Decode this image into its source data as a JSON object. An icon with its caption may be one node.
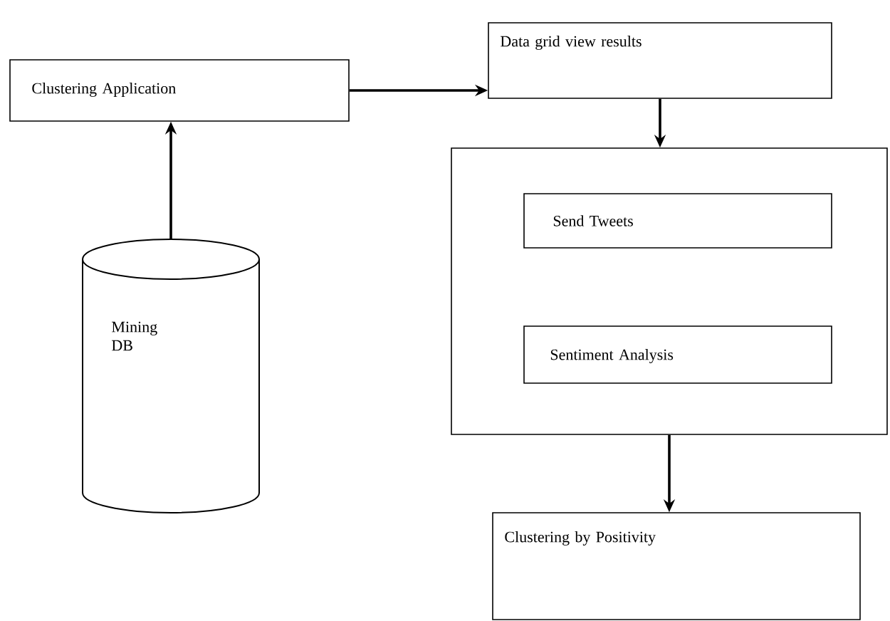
{
  "diagram": {
    "nodes": [
      {
        "text": [
          "Clustering Application"
        ]
      },
      {
        "text": [
          "Data grid view results"
        ]
      },
      {
        "text": [],
        "shape": "box"
      },
      {
        "text": [
          "Send Tweets"
        ],
        "in": 2
      },
      {
        "text": [
          "Sentiment Analysis"
        ],
        "in": 2
      },
      {
        "text": [
          "Mining DB"
        ]
      },
      {
        "text": [
          "Clustering by Positivity"
        ]
      }
    ],
    "edges": [
      {
        "from": 5,
        "to": 0,
        "arrow": "to"
      },
      {
        "from": 0,
        "to": 1,
        "arrow": "to"
      },
      {
        "from": 1,
        "to": 2,
        "arrow": "to"
      },
      {
        "from": 2,
        "to": 6,
        "arrow": "to"
      }
    ]
  }
}
